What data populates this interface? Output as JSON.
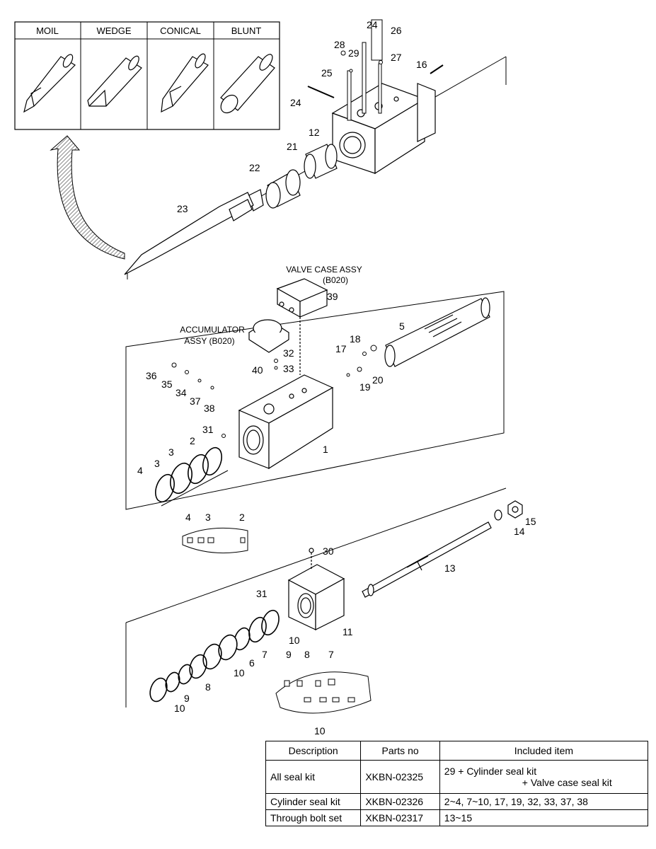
{
  "tool_types": [
    "MOIL",
    "WEDGE",
    "CONICAL",
    "BLUNT"
  ],
  "assemblies": {
    "valve_case": {
      "line1": "VALVE CASE ASSY",
      "line2": "(B020)"
    },
    "accumulator": {
      "line1": "ACCUMULATOR",
      "line2": "ASSY (B020)"
    }
  },
  "callouts": {
    "p1": "1",
    "p2": "2",
    "p3": "3",
    "p4": "4",
    "p5": "5",
    "p6": "6",
    "p7": "7",
    "p8": "8",
    "p9": "9",
    "p10": "10",
    "p11": "11",
    "p12": "12",
    "p13": "13",
    "p14": "14",
    "p15": "15",
    "p16": "16",
    "p17": "17",
    "p18": "18",
    "p19": "19",
    "p20": "20",
    "p21": "21",
    "p22": "22",
    "p23": "23",
    "p24": "24",
    "p25": "25",
    "p26": "26",
    "p27": "27",
    "p28": "28",
    "p29": "29",
    "p30": "30",
    "p31": "31",
    "p32": "32",
    "p33": "33",
    "p34": "34",
    "p35": "35",
    "p36": "36",
    "p37": "37",
    "p38": "38",
    "p39": "39",
    "p40": "40"
  },
  "table": {
    "headers": [
      "Description",
      "Parts no",
      "Included item"
    ],
    "rows": [
      {
        "description": "All seal kit",
        "parts_no": "XKBN-02325",
        "included_line1": "29 + Cylinder seal kit",
        "included_line2": "+ Valve case seal kit"
      },
      {
        "description": "Cylinder seal kit",
        "parts_no": "XKBN-02326",
        "included": "2~4, 7~10, 17, 19, 32, 33, 37, 38"
      },
      {
        "description": "Through bolt set",
        "parts_no": "XKBN-02317",
        "included": "13~15"
      }
    ]
  }
}
